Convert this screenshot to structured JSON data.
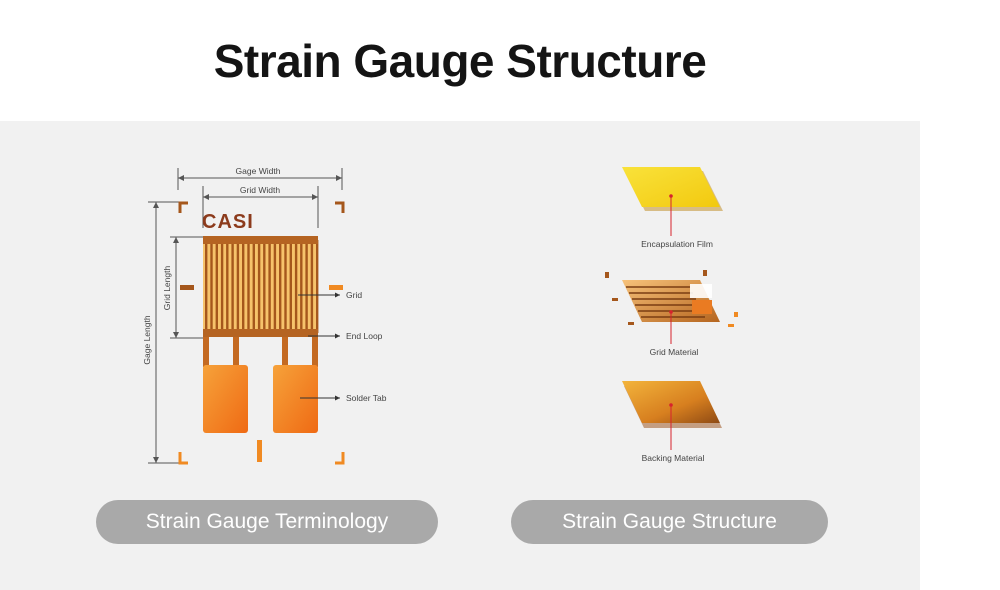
{
  "header": {
    "title": "Strain Gauge Structure"
  },
  "terminology": {
    "brand": "CASI",
    "gage_width": "Gage Width",
    "grid_width": "Grid Width",
    "gage_length": "Gage Length",
    "grid_length": "Grid Length",
    "grid": "Grid",
    "end_loop": "End Loop",
    "solder_tab": "Solder Tab",
    "caption": "Strain Gauge Terminology"
  },
  "structure": {
    "encapsulation_film": "Encapsulation Film",
    "grid_material": "Grid Material",
    "backing_material": "Backing Material",
    "caption": "Strain Gauge Structure"
  },
  "colors": {
    "foil_light": "#f4b13a",
    "foil_dark": "#a5571c",
    "tab": "#f37b1a",
    "film": "#f7d81f",
    "leader_red": "#d7232d"
  }
}
